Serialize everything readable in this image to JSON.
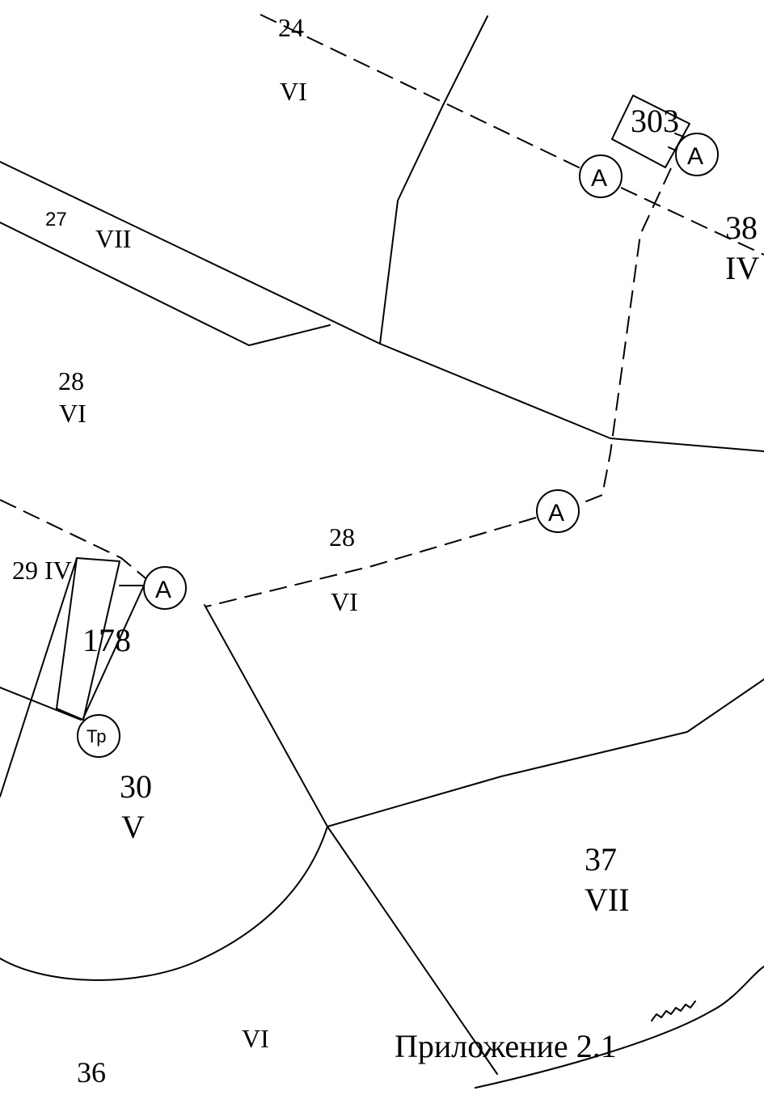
{
  "plot_labels": {
    "p24_num": "24",
    "p24_class": "VI",
    "p27_num": "27",
    "p27_class": "VII",
    "p28a_num": "28",
    "p28a_class": "VI",
    "p28b_num": "28",
    "p28b_class": "VI",
    "p29": "29 IV",
    "p178": "178",
    "p303": "303",
    "p38_num": "38",
    "p38_class": "IV",
    "p30_num": "30",
    "p30_class": "V",
    "p37_num": "37",
    "p37_class": "VII",
    "p36_class": "VI",
    "p36_num": "36"
  },
  "markers": {
    "anchor_label": "A",
    "transformer_label": "Тр"
  },
  "caption": "Приложение 2.1"
}
